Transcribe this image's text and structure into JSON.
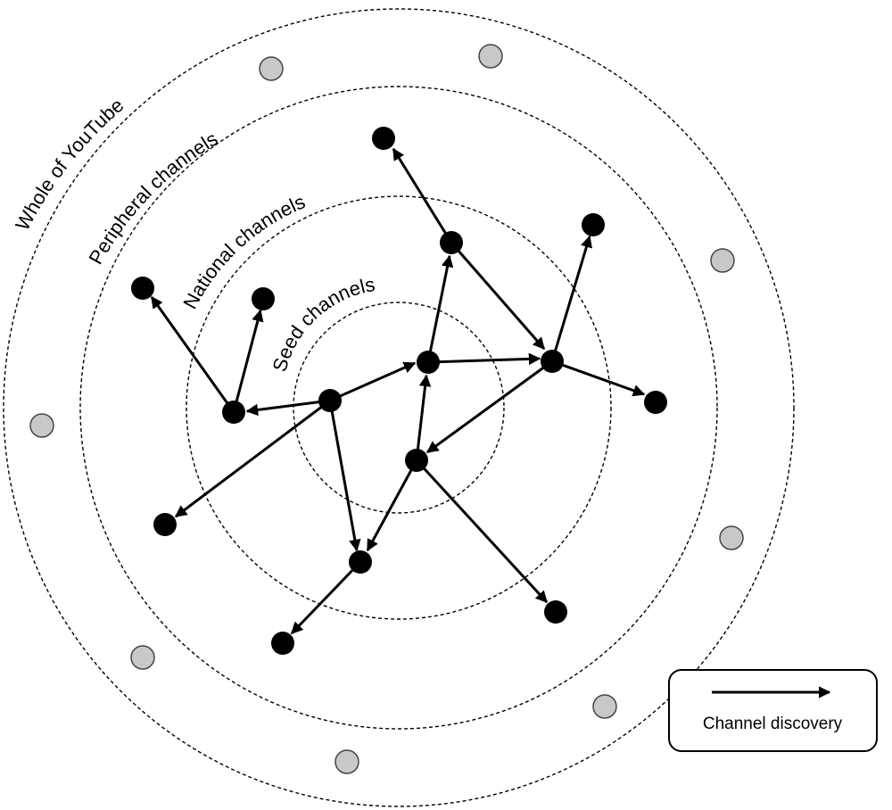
{
  "labels": {
    "whole": "Whole of YouTube",
    "peripheral": "Peripheral channels",
    "national": "National channels",
    "seed": "Seed channels"
  },
  "legend": {
    "label": "Channel discovery"
  },
  "colors": {
    "discovered_node": "#000000",
    "undiscovered_node": "#c8c8c8"
  }
}
